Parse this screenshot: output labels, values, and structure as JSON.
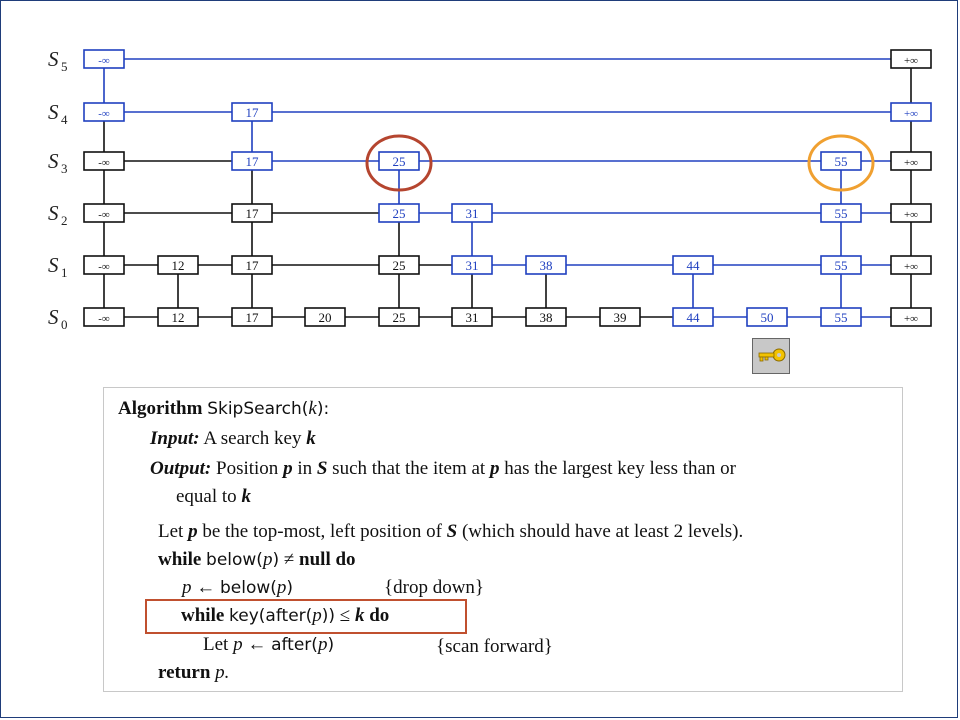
{
  "levels": [
    {
      "label": "S",
      "sub": "5",
      "nodes": [
        {
          "key": "-∞",
          "col": "neg",
          "blue": true
        },
        {
          "key": "+∞",
          "col": "pos",
          "blue": false
        }
      ]
    },
    {
      "label": "S",
      "sub": "4",
      "nodes": [
        {
          "key": "-∞",
          "col": "neg",
          "blue": true
        },
        {
          "key": "17",
          "col": "17",
          "blue": true
        },
        {
          "key": "+∞",
          "col": "pos",
          "blue": true
        }
      ]
    },
    {
      "label": "S",
      "sub": "3",
      "nodes": [
        {
          "key": "-∞",
          "col": "neg",
          "blue": false
        },
        {
          "key": "17",
          "col": "17",
          "blue": true
        },
        {
          "key": "25",
          "col": "25",
          "blue": true
        },
        {
          "key": "55",
          "col": "55",
          "blue": true
        },
        {
          "key": "+∞",
          "col": "pos",
          "blue": false
        }
      ]
    },
    {
      "label": "S",
      "sub": "2",
      "nodes": [
        {
          "key": "-∞",
          "col": "neg",
          "blue": false
        },
        {
          "key": "17",
          "col": "17",
          "blue": false
        },
        {
          "key": "25",
          "col": "25",
          "blue": true
        },
        {
          "key": "31",
          "col": "31",
          "blue": true
        },
        {
          "key": "55",
          "col": "55",
          "blue": true
        },
        {
          "key": "+∞",
          "col": "pos",
          "blue": false
        }
      ]
    },
    {
      "label": "S",
      "sub": "1",
      "nodes": [
        {
          "key": "-∞",
          "col": "neg",
          "blue": false
        },
        {
          "key": "12",
          "col": "12",
          "blue": false
        },
        {
          "key": "17",
          "col": "17",
          "blue": false
        },
        {
          "key": "25",
          "col": "25",
          "blue": false
        },
        {
          "key": "31",
          "col": "31",
          "blue": true
        },
        {
          "key": "38",
          "col": "38",
          "blue": true
        },
        {
          "key": "44",
          "col": "44",
          "blue": true
        },
        {
          "key": "55",
          "col": "55",
          "blue": true
        },
        {
          "key": "+∞",
          "col": "pos",
          "blue": false
        }
      ]
    },
    {
      "label": "S",
      "sub": "0",
      "nodes": [
        {
          "key": "-∞",
          "col": "neg",
          "blue": false
        },
        {
          "key": "12",
          "col": "12",
          "blue": false
        },
        {
          "key": "17",
          "col": "17",
          "blue": false
        },
        {
          "key": "20",
          "col": "20",
          "blue": false
        },
        {
          "key": "25",
          "col": "25",
          "blue": false
        },
        {
          "key": "31",
          "col": "31",
          "blue": false
        },
        {
          "key": "38",
          "col": "38",
          "blue": false
        },
        {
          "key": "39",
          "col": "39",
          "blue": false
        },
        {
          "key": "44",
          "col": "44",
          "blue": true
        },
        {
          "key": "50",
          "col": "50",
          "blue": true
        },
        {
          "key": "55",
          "col": "55",
          "blue": true
        },
        {
          "key": "+∞",
          "col": "pos",
          "blue": false
        }
      ]
    }
  ],
  "highlights": [
    {
      "level": "S3",
      "key": "25",
      "color": "#b5452f"
    },
    {
      "level": "S3",
      "key": "55",
      "color": "#f0a030"
    }
  ],
  "colors": {
    "blue": "#2040c0",
    "black": "#111111",
    "key_icon": "#f2c200"
  },
  "icon": "key-icon",
  "algorithm": {
    "keyword_algorithm": "Algorithm",
    "name": "SkipSearch",
    "param": "k",
    "input_label": "Input:",
    "input_text": "A search key",
    "input_var": "k",
    "output_label": "Output:",
    "output_text_1": "Position",
    "output_var_p": "p",
    "output_text_2": "in",
    "output_var_s": "S",
    "output_text_3": "such that the item at",
    "output_var_p2": "p",
    "output_text_4": "has the largest key less than or",
    "output_line2": "equal to",
    "output_var_k": "k",
    "let_line_1": "Let",
    "let_var_p": "p",
    "let_line_2": "be the top-most, left position of",
    "let_var_s": "S",
    "let_line_3": "(which should have at least 2 levels).",
    "while_kw": "while",
    "below_call": "below(",
    "ne_null": "≠",
    "null_kw": "null",
    "do_kw": "do",
    "assign_p": "p",
    "arrow": "←",
    "below_assign": "below(",
    "drop_comment": "{drop down}",
    "inner_while_kw": "while",
    "key_after": "key(after(",
    "leq": "≤",
    "inner_k": "k",
    "inner_do": "do",
    "let2": "Let",
    "let2_p": "p",
    "after_call": "after(",
    "scan_comment": "{scan forward}",
    "return_kw": "return",
    "return_var": "p."
  }
}
